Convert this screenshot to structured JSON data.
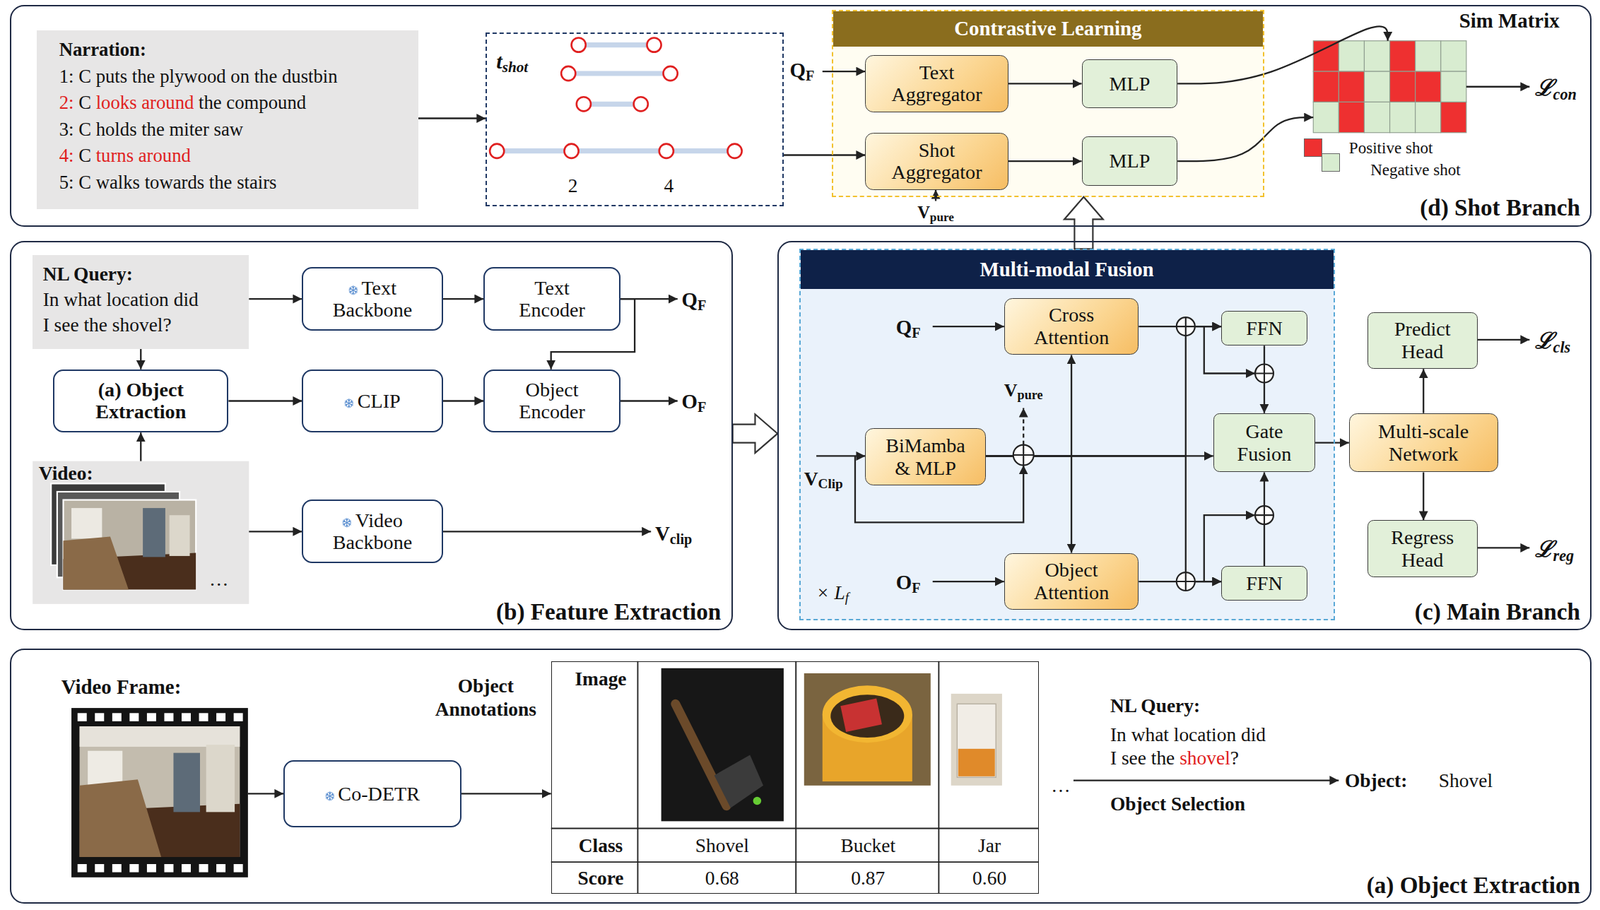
{
  "diagram": {
    "nodes": [
      {
        "text": [
          "(d) Shot Branch"
        ]
      },
      {
        "text": [
          "Narration:",
          "1: C puts the plywood on the dustbin",
          "2: C looks around the compound",
          "3: C holds the miter saw",
          "4: C turns around",
          "5: C walks towards the stairs"
        ],
        "in": 0
      },
      {
        "text": [
          "tshot",
          "2",
          "4"
        ],
        "in": 0
      },
      {
        "text": [
          "Contrastive Learning"
        ],
        "in": 0
      },
      {
        "text": [
          "Text Aggregator"
        ],
        "in": 3
      },
      {
        "text": [
          "Shot Aggregator"
        ],
        "in": 3
      },
      {
        "text": [
          "MLP"
        ],
        "in": 3
      },
      {
        "text": [
          "MLP"
        ],
        "in": 3
      },
      {
        "text": [
          "Sim Matrix"
        ],
        "in": 0
      },
      {
        "text": [
          "(b) Feature Extraction"
        ]
      },
      {
        "text": [
          "NL Query:",
          "In what location did I see the shovel?"
        ],
        "in": 9
      },
      {
        "text": [
          "Text Backbone"
        ],
        "in": 9
      },
      {
        "text": [
          "Text Encoder"
        ],
        "in": 9
      },
      {
        "text": [
          "(a) Object Extraction"
        ],
        "in": 9
      },
      {
        "text": [
          "CLIP"
        ],
        "in": 9
      },
      {
        "text": [
          "Object Encoder"
        ],
        "in": 9
      },
      {
        "text": [
          "Video:",
          "…"
        ],
        "in": 9
      },
      {
        "text": [
          "Video Backbone"
        ],
        "in": 9
      },
      {
        "text": [
          "(c) Main Branch"
        ]
      },
      {
        "text": [
          "Multi-modal Fusion"
        ],
        "in": 18
      },
      {
        "text": [
          "Cross Attention"
        ],
        "in": 19
      },
      {
        "text": [
          "BiMamba & MLP"
        ],
        "in": 19
      },
      {
        "text": [
          "Object Attention"
        ],
        "in": 19
      },
      {
        "text": [
          "FFN"
        ],
        "in": 19
      },
      {
        "text": [
          "FFN"
        ],
        "in": 19
      },
      {
        "text": [
          "Gate Fusion"
        ],
        "in": 19
      },
      {
        "text": [
          "Multi-scale Network"
        ],
        "in": 18
      },
      {
        "text": [
          "Predict Head"
        ],
        "in": 18
      },
      {
        "text": [
          "Regress Head"
        ],
        "in": 18
      },
      {
        "text": [
          "(a) Object Extraction"
        ]
      },
      {
        "text": [
          "Co-DETR"
        ],
        "in": 29
      },
      {
        "text": [
          "Image",
          "Class",
          "Shovel",
          "Bucket",
          "Jar",
          "Score",
          "0.68",
          "0.87",
          "0.60"
        ],
        "in": 29
      }
    ],
    "edges": [
      {
        "from": 1,
        "to": 2,
        "arrow": "to"
      },
      {
        "from": 2,
        "to": 5,
        "arrow": "to"
      },
      {
        "from": 4,
        "to": 6,
        "arrow": "to"
      },
      {
        "from": 5,
        "to": 7,
        "arrow": "to"
      },
      {
        "from": 6,
        "to": 8,
        "arrow": "to"
      },
      {
        "from": 7,
        "to": 8,
        "arrow": "to"
      },
      {
        "from": 10,
        "to": 11,
        "arrow": "to"
      },
      {
        "from": 11,
        "to": 12,
        "arrow": "to"
      },
      {
        "from": 12,
        "to": 15,
        "arrow": "to"
      },
      {
        "from": 10,
        "to": 13,
        "arrow": "to"
      },
      {
        "from": 16,
        "to": 13,
        "arrow": "to"
      },
      {
        "from": 13,
        "to": 14,
        "arrow": "to"
      },
      {
        "from": 14,
        "to": 15,
        "arrow": "to"
      },
      {
        "from": 16,
        "to": 17,
        "arrow": "to"
      },
      {
        "from": 9,
        "to": 18,
        "arrow": "to"
      },
      {
        "from": 19,
        "to": 3,
        "arrow": "to"
      },
      {
        "from": 21,
        "to": 20,
        "arrow": "to"
      },
      {
        "from": 21,
        "to": 22,
        "arrow": "to"
      },
      {
        "from": 21,
        "to": 25,
        "arrow": "to"
      },
      {
        "from": 21,
        "to": 23,
        "arrow": "to"
      },
      {
        "from": 21,
        "to": 24,
        "arrow": "to"
      },
      {
        "from": 20,
        "to": 23,
        "arrow": "to"
      },
      {
        "from": 22,
        "to": 24,
        "arrow": "to"
      },
      {
        "from": 23,
        "to": 25,
        "arrow": "to"
      },
      {
        "from": 24,
        "to": 25,
        "arrow": "to"
      },
      {
        "from": 25,
        "to": 26,
        "arrow": "to"
      },
      {
        "from": 26,
        "to": 27,
        "arrow": "to"
      },
      {
        "from": 26,
        "to": 28,
        "arrow": "to"
      },
      {
        "from": 30,
        "to": 31,
        "arrow": "to"
      }
    ],
    "labels": [
      "QF",
      "Vpure",
      "ℒcon",
      "QF",
      "OF",
      "Vclip",
      "QF",
      "Vpure",
      "VClip",
      "OF",
      "× Lf",
      "ℒcls",
      "ℒreg",
      "Video Frame:",
      "Object Annotations",
      "…",
      "NL Query:",
      "In what location did I see the shovel?",
      "Object Selection",
      "Object:",
      "Shovel"
    ],
    "legend": [
      {
        "text": "Positive shot",
        "color": "#ee3030"
      },
      {
        "text": "Negative shot",
        "color": "#d8ecd0"
      }
    ]
  }
}
